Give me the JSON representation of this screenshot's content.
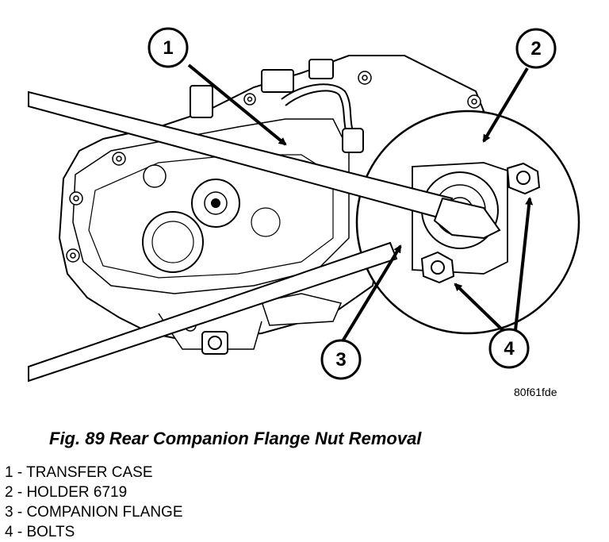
{
  "figure": {
    "code": "80f61fde",
    "caption": "Fig. 89 Rear Companion Flange Nut Removal"
  },
  "callouts": [
    "1",
    "2",
    "3",
    "4"
  ],
  "legend": [
    "1 - TRANSFER CASE",
    "2 - HOLDER 6719",
    "3 - COMPANION FLANGE",
    "4 - BOLTS"
  ]
}
